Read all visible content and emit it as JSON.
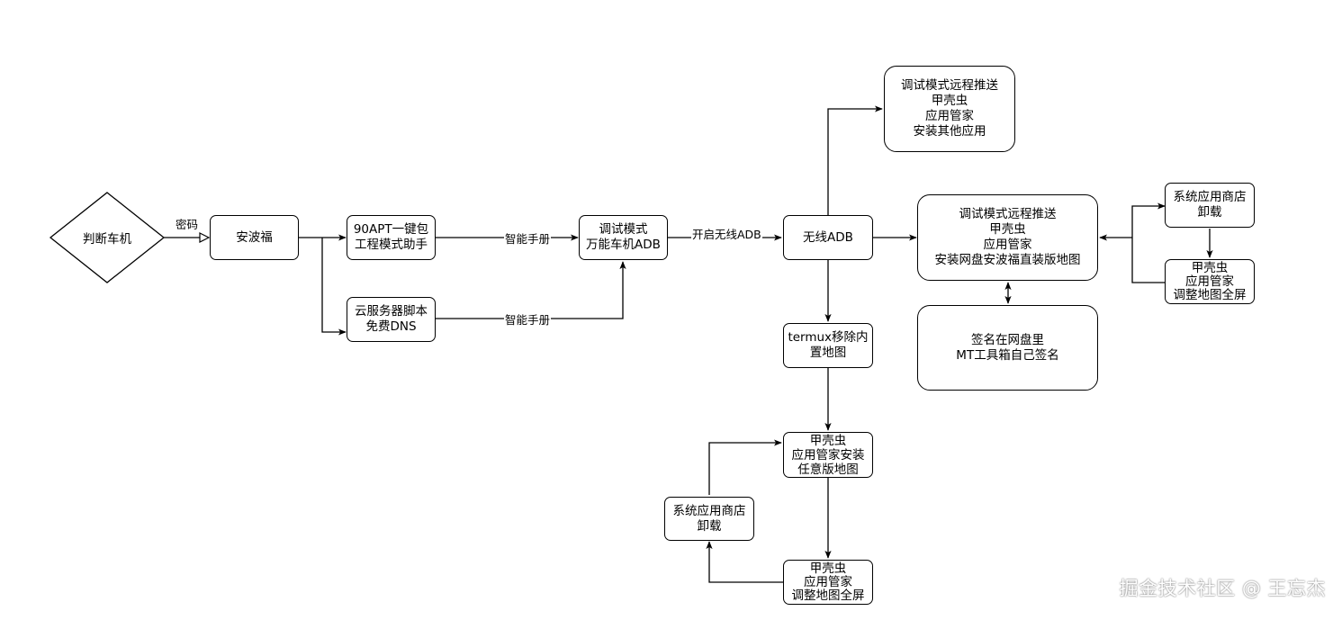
{
  "nodes": {
    "judge": "判断车机",
    "anbofu": "安波福",
    "apt": [
      "90APT一键包",
      "工程模式助手"
    ],
    "cloud": [
      "云服务器脚本",
      "免费DNS"
    ],
    "debug": [
      "调试模式",
      "万能车机ADB"
    ],
    "wireless": "无线ADB",
    "push_top": [
      "调试模式远程推送",
      "甲壳虫",
      "应用管家",
      "安装其他应用"
    ],
    "push_mid": [
      "调试模式远程推送",
      "甲壳虫",
      "应用管家",
      "安装网盘安波福直装版地图"
    ],
    "sign": [
      "签名在网盘里",
      "MT工具箱自己签名"
    ],
    "store_right": [
      "系统应用商店",
      "卸载"
    ],
    "beetle_right": [
      "甲壳虫",
      "应用管家",
      "调整地图全屏"
    ],
    "termux": [
      "termux移除内",
      "置地图"
    ],
    "beetle_install": [
      "甲壳虫",
      "应用管家安装",
      "任意版地图"
    ],
    "store_bottom": [
      "系统应用商店",
      "卸载"
    ],
    "beetle_bottom": [
      "甲壳虫",
      "应用管家",
      "调整地图全屏"
    ]
  },
  "edges": {
    "password": "密码",
    "smart1": "智能手册",
    "smart2": "智能手册",
    "open_wireless": "开启无线ADB"
  },
  "watermark": "掘金技术社区 @ 王忘杰"
}
